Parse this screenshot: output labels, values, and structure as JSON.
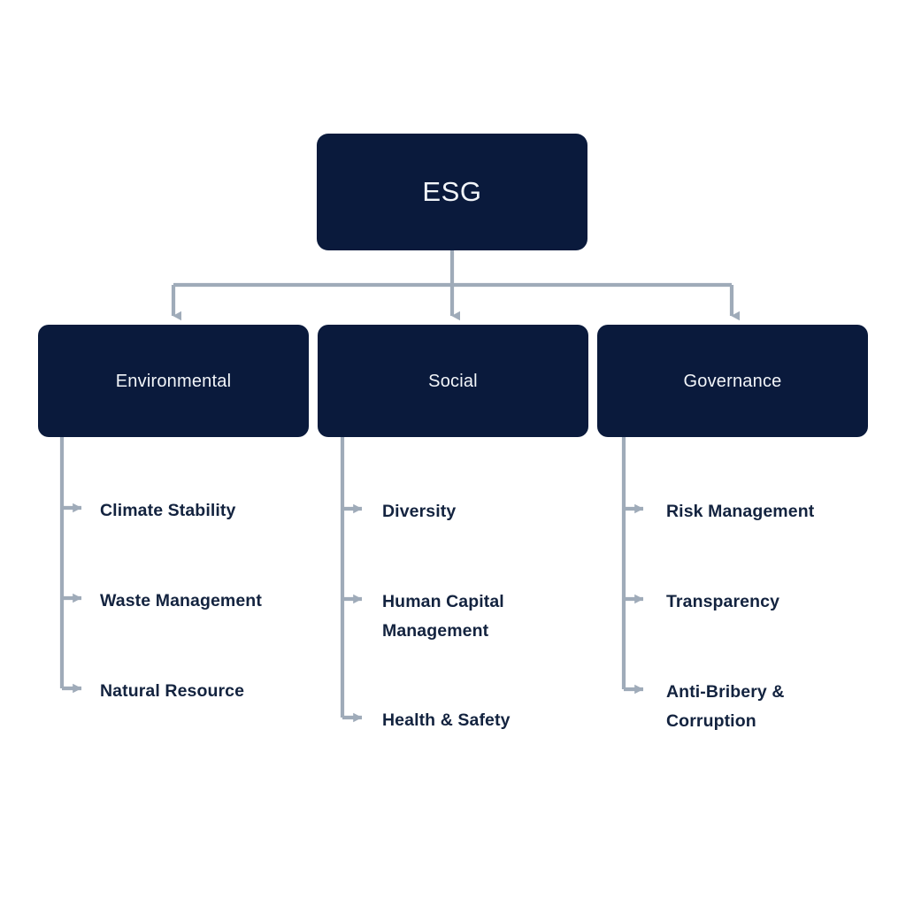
{
  "diagram": {
    "title": "ESG",
    "root": {
      "label": "ESG"
    },
    "pillars": [
      {
        "label": "Environmental",
        "leaves": [
          {
            "label": "Climate Stability"
          },
          {
            "label": "Waste Management"
          },
          {
            "label": "Natural Resource"
          }
        ]
      },
      {
        "label": "Social",
        "leaves": [
          {
            "label": "Diversity"
          },
          {
            "label": "Human Capital\nManagement"
          },
          {
            "label": "Health & Safety"
          }
        ]
      },
      {
        "label": "Governance",
        "leaves": [
          {
            "label": "Risk Management"
          },
          {
            "label": "Transparency"
          },
          {
            "label": "Anti-Bribery &\nCorruption"
          }
        ]
      }
    ]
  },
  "colors": {
    "node_fill": "#0a1a3c",
    "node_text": "#f2f5f9",
    "leaf_text": "#13233f",
    "connector": "#9fabb9",
    "background": "#ffffff"
  }
}
